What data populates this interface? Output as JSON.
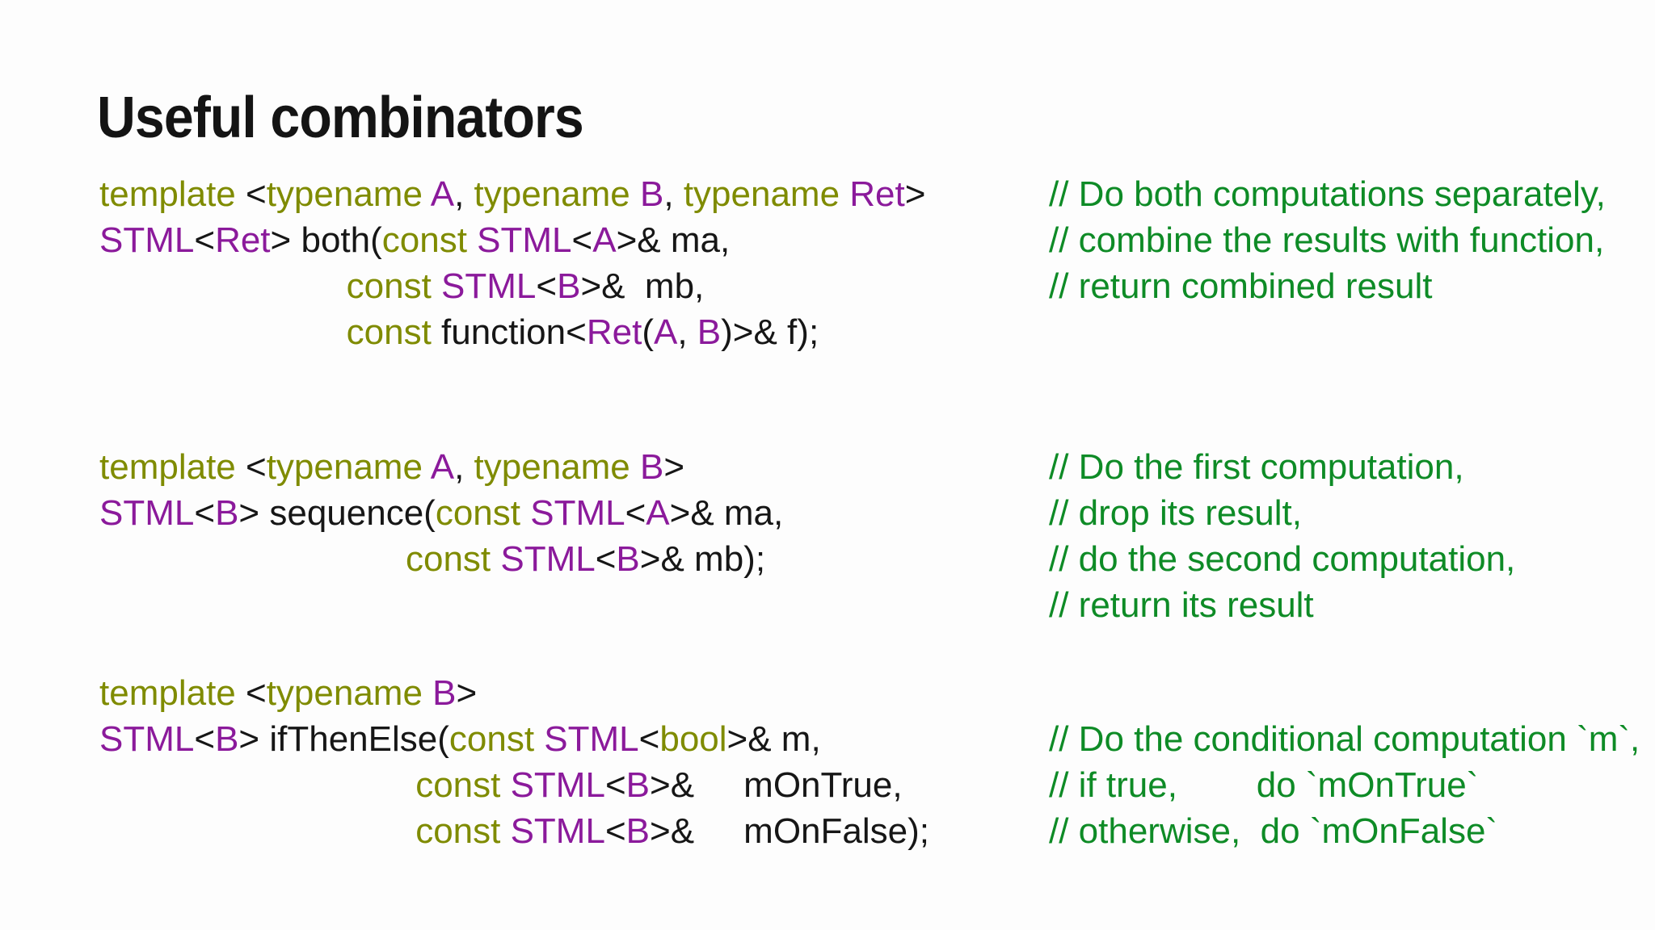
{
  "page": {
    "title": "Useful combinators"
  },
  "palette": {
    "background": "#fdfdfd",
    "title": "#141414",
    "keyword": "#7f8b00",
    "type": "#8b1a9b",
    "plain": "#161616",
    "comment": "#0e8b26"
  },
  "legend": {
    "k": "keyword",
    "t": "type",
    "p": "plain"
  },
  "blocks": [
    {
      "name": "both",
      "code": [
        [
          {
            "kind": "k",
            "text": "template "
          },
          {
            "kind": "p",
            "text": "<"
          },
          {
            "kind": "k",
            "text": "typename "
          },
          {
            "kind": "t",
            "text": "A"
          },
          {
            "kind": "p",
            "text": ", "
          },
          {
            "kind": "k",
            "text": "typename "
          },
          {
            "kind": "t",
            "text": "B"
          },
          {
            "kind": "p",
            "text": ", "
          },
          {
            "kind": "k",
            "text": "typename "
          },
          {
            "kind": "t",
            "text": "Ret"
          },
          {
            "kind": "p",
            "text": ">"
          }
        ],
        [
          {
            "kind": "t",
            "text": "STML"
          },
          {
            "kind": "p",
            "text": "<"
          },
          {
            "kind": "t",
            "text": "Ret"
          },
          {
            "kind": "p",
            "text": "> both("
          },
          {
            "kind": "k",
            "text": "const "
          },
          {
            "kind": "t",
            "text": "STML"
          },
          {
            "kind": "p",
            "text": "<"
          },
          {
            "kind": "t",
            "text": "A"
          },
          {
            "kind": "p",
            "text": ">& ma,"
          }
        ],
        [
          {
            "kind": "p",
            "text": "                         "
          },
          {
            "kind": "k",
            "text": "const "
          },
          {
            "kind": "t",
            "text": "STML"
          },
          {
            "kind": "p",
            "text": "<"
          },
          {
            "kind": "t",
            "text": "B"
          },
          {
            "kind": "p",
            "text": ">&  mb,"
          }
        ],
        [
          {
            "kind": "p",
            "text": "                         "
          },
          {
            "kind": "k",
            "text": "const "
          },
          {
            "kind": "p",
            "text": "function<"
          },
          {
            "kind": "t",
            "text": "Ret"
          },
          {
            "kind": "p",
            "text": "("
          },
          {
            "kind": "t",
            "text": "A"
          },
          {
            "kind": "p",
            "text": ", "
          },
          {
            "kind": "t",
            "text": "B"
          },
          {
            "kind": "p",
            "text": ")>& f);"
          }
        ]
      ],
      "comments": [
        "// Do both computations separately,",
        "// combine the results with function,",
        "// return combined result"
      ]
    },
    {
      "name": "sequence",
      "code": [
        [
          {
            "kind": "k",
            "text": "template "
          },
          {
            "kind": "p",
            "text": "<"
          },
          {
            "kind": "k",
            "text": "typename "
          },
          {
            "kind": "t",
            "text": "A"
          },
          {
            "kind": "p",
            "text": ", "
          },
          {
            "kind": "k",
            "text": "typename "
          },
          {
            "kind": "t",
            "text": "B"
          },
          {
            "kind": "p",
            "text": ">"
          }
        ],
        [
          {
            "kind": "t",
            "text": "STML"
          },
          {
            "kind": "p",
            "text": "<"
          },
          {
            "kind": "t",
            "text": "B"
          },
          {
            "kind": "p",
            "text": "> sequence("
          },
          {
            "kind": "k",
            "text": "const "
          },
          {
            "kind": "t",
            "text": "STML"
          },
          {
            "kind": "p",
            "text": "<"
          },
          {
            "kind": "t",
            "text": "A"
          },
          {
            "kind": "p",
            "text": ">& ma,"
          }
        ],
        [
          {
            "kind": "p",
            "text": "                               "
          },
          {
            "kind": "k",
            "text": "const "
          },
          {
            "kind": "t",
            "text": "STML"
          },
          {
            "kind": "p",
            "text": "<"
          },
          {
            "kind": "t",
            "text": "B"
          },
          {
            "kind": "p",
            "text": ">& mb);"
          }
        ]
      ],
      "comments": [
        "// Do the first computation,",
        "// drop its result,",
        "// do the second computation,",
        "// return its result"
      ]
    },
    {
      "name": "ifThenElse",
      "code": [
        [
          {
            "kind": "k",
            "text": "template "
          },
          {
            "kind": "p",
            "text": "<"
          },
          {
            "kind": "k",
            "text": "typename "
          },
          {
            "kind": "t",
            "text": "B"
          },
          {
            "kind": "p",
            "text": ">"
          }
        ],
        [
          {
            "kind": "t",
            "text": "STML"
          },
          {
            "kind": "p",
            "text": "<"
          },
          {
            "kind": "t",
            "text": "B"
          },
          {
            "kind": "p",
            "text": "> ifThenElse("
          },
          {
            "kind": "k",
            "text": "const "
          },
          {
            "kind": "t",
            "text": "STML"
          },
          {
            "kind": "p",
            "text": "<"
          },
          {
            "kind": "k",
            "text": "bool"
          },
          {
            "kind": "p",
            "text": ">& m,"
          }
        ],
        [
          {
            "kind": "p",
            "text": "                                "
          },
          {
            "kind": "k",
            "text": "const "
          },
          {
            "kind": "t",
            "text": "STML"
          },
          {
            "kind": "p",
            "text": "<"
          },
          {
            "kind": "t",
            "text": "B"
          },
          {
            "kind": "p",
            "text": ">&     mOnTrue,"
          }
        ],
        [
          {
            "kind": "p",
            "text": "                                "
          },
          {
            "kind": "k",
            "text": "const "
          },
          {
            "kind": "t",
            "text": "STML"
          },
          {
            "kind": "p",
            "text": "<"
          },
          {
            "kind": "t",
            "text": "B"
          },
          {
            "kind": "p",
            "text": ">&     mOnFalse);"
          }
        ]
      ],
      "comments": [
        "// Do the conditional computation `m`,",
        "// if true,        do `mOnTrue`",
        "// otherwise,  do `mOnFalse`"
      ]
    }
  ]
}
